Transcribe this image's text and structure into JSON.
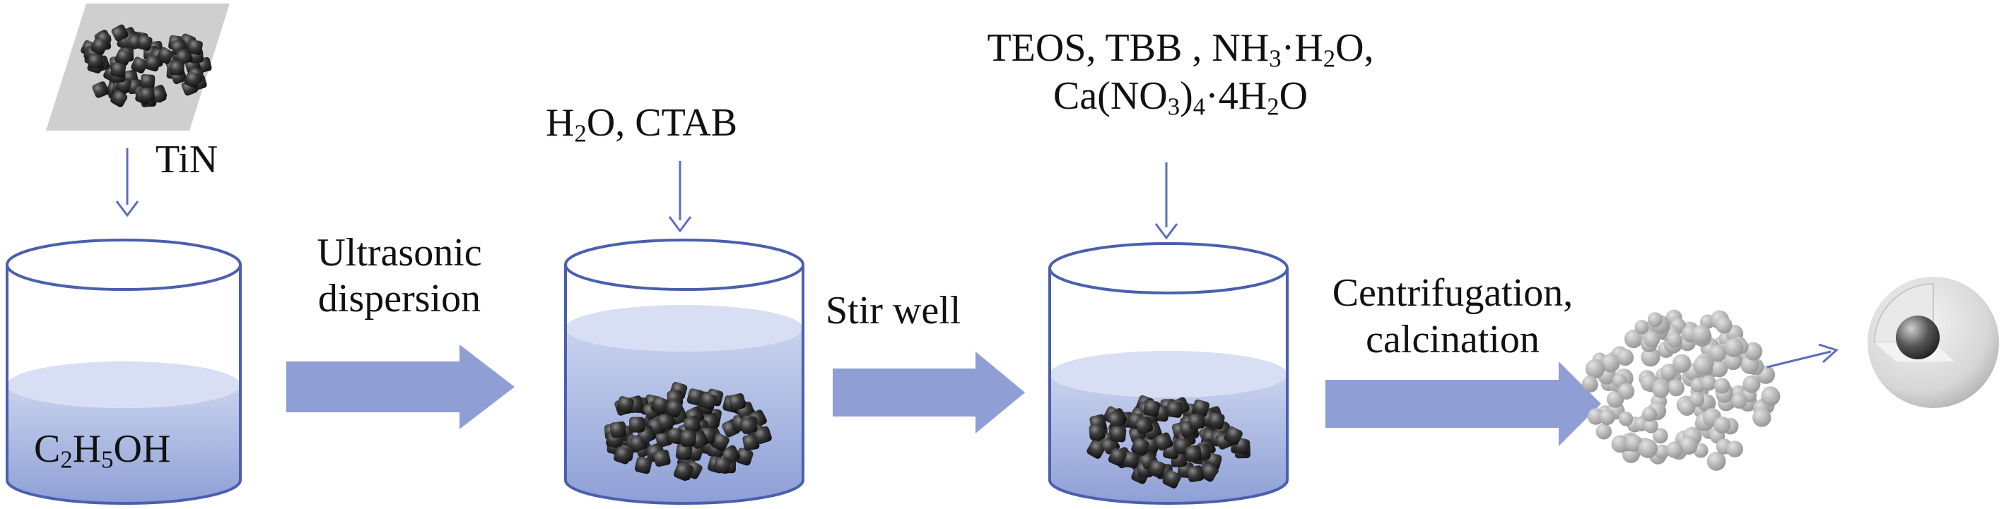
{
  "labels": {
    "tin": "TiN",
    "ethanol": {
      "a": "C",
      "b": "2",
      "c": "H",
      "d": "5",
      "e": "OH"
    },
    "ultrasonic_line1": "Ultrasonic",
    "ultrasonic_line2": "dispersion",
    "h2o_ctab": {
      "a": "H",
      "b": "2",
      "c": "O, CTAB"
    },
    "stir": "Stir well",
    "reagents_line1": {
      "a": "TEOS, TBB , NH",
      "b": "3",
      "c": "·H",
      "d": "2",
      "e": "O,"
    },
    "reagents_line2": {
      "a": "Ca(NO",
      "b": "3",
      "c": ")",
      "d": "4",
      "e": "·4H",
      "f": "2",
      "g": "O"
    },
    "centrifugation_line1": "Centrifugation,",
    "centrifugation_line2": "calcination"
  },
  "colors": {
    "beaker_outline": "#4a5fae",
    "liquid_top": "#c9d3ee",
    "liquid_bottom": "#8e9fd6",
    "process_arrow": "#8f9fd6",
    "small_arrow": "#5a6ec2",
    "tin_particles": "#2a2a2a",
    "product_particles": "#a9a9a9",
    "plate": "#cfcfcf"
  }
}
